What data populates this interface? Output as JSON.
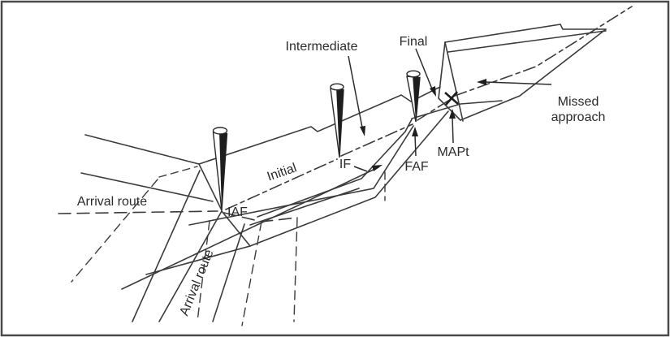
{
  "figure": {
    "description": "Segments of an instrument approach procedure (perspective diagram)",
    "colors": {
      "line": "#3b3b3b",
      "ink": "#2b2b2b",
      "background": "#ffffff"
    }
  },
  "labels": {
    "intermediate": "Intermediate",
    "final": "Final",
    "missed_approach_line1": "Missed",
    "missed_approach_line2": "approach",
    "mapt": "MAPt",
    "faf": "FAF",
    "if_fix": "IF",
    "iaf": "IAF",
    "initial": "Initial",
    "arrival_route_west": "Arrival route",
    "arrival_route_south": "Arrival route"
  }
}
